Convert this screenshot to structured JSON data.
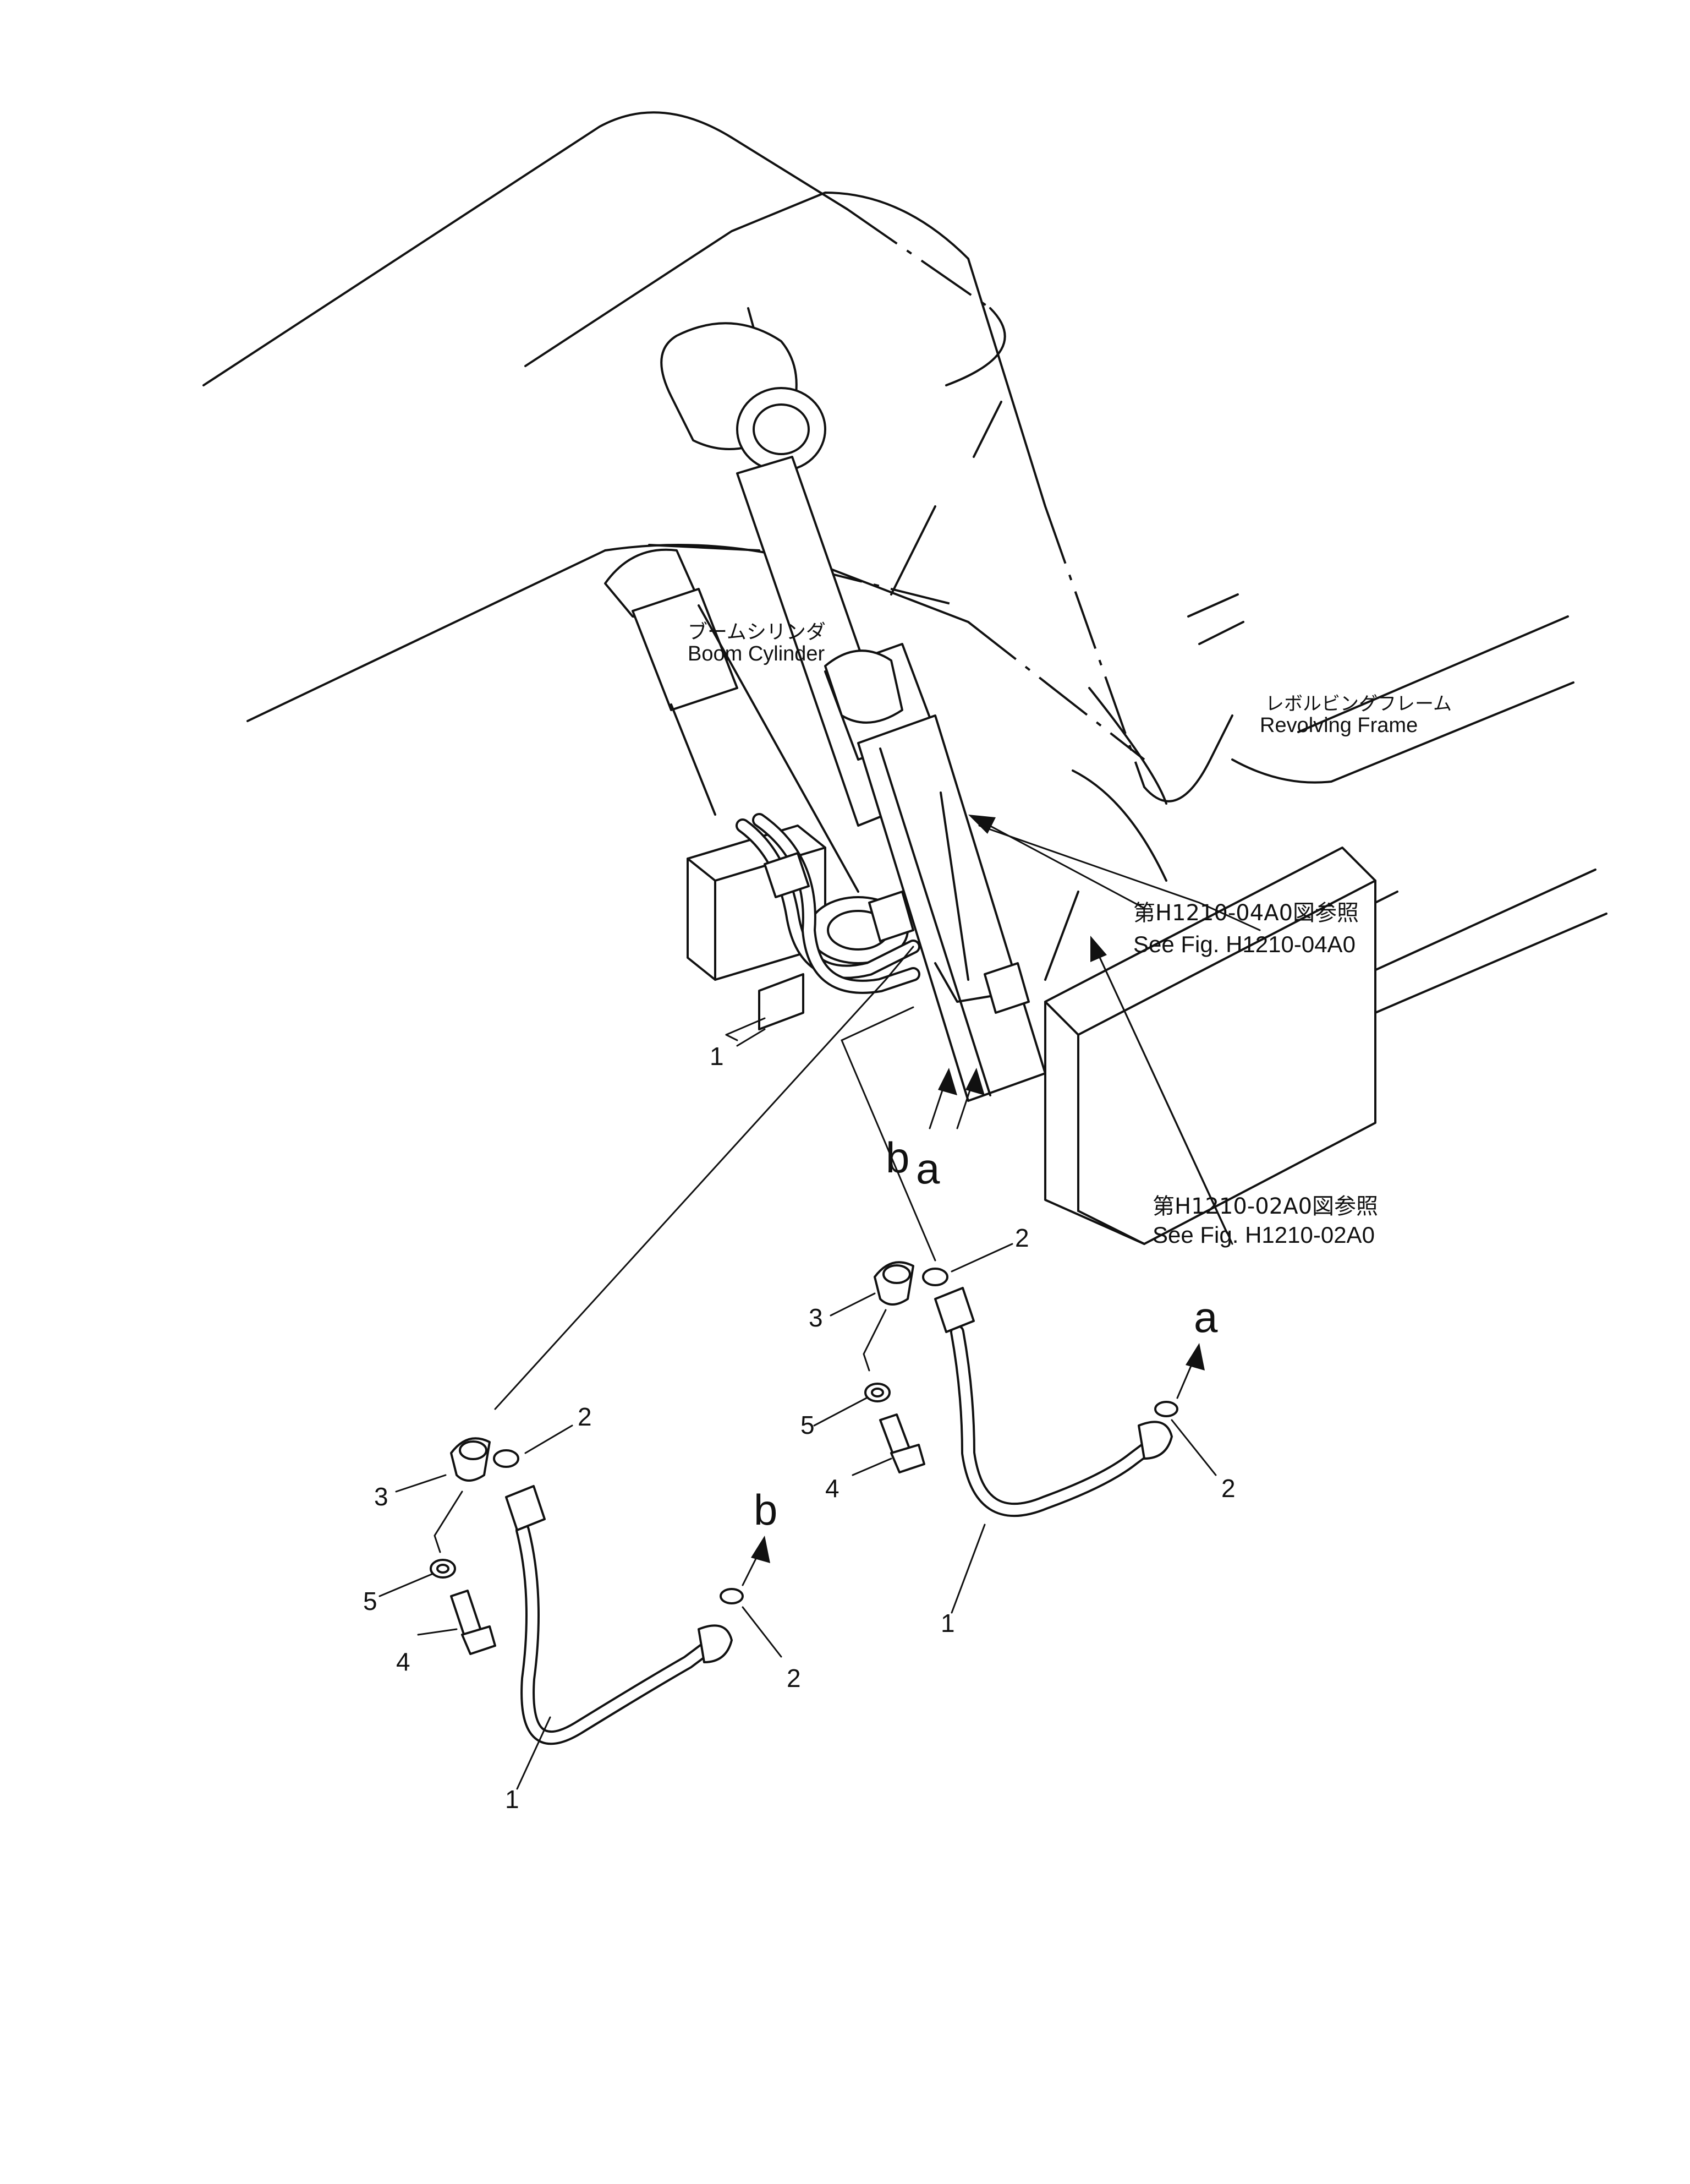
{
  "labels": {
    "boom_cylinder_jp": "ブームシリンダ",
    "boom_cylinder_en": "Boom Cylinder",
    "revolving_frame_jp": "レボルビングフレーム",
    "revolving_frame_en": "Revolving Frame",
    "ref1_jp": "第H1210-04A0図参照",
    "ref1_en": "See Fig. H1210-04A0",
    "ref2_jp": "第H1210-02A0図参照",
    "ref2_en": "See Fig. H1210-02A0"
  },
  "connections": {
    "a": "a",
    "b": "b"
  },
  "callouts": {
    "main_1": "1",
    "left_1": "1",
    "left_2a": "2",
    "left_2b": "2",
    "left_3": "3",
    "left_4": "4",
    "left_5": "5",
    "right_1": "1",
    "right_2a": "2",
    "right_2b": "2",
    "right_3": "3",
    "right_4": "4",
    "right_5": "5"
  },
  "icons": {
    "hose": "hydraulic-hose-icon",
    "elbow": "elbow-fitting-icon",
    "oring": "o-ring-icon",
    "bolt": "bolt-icon",
    "washer": "washer-icon"
  }
}
